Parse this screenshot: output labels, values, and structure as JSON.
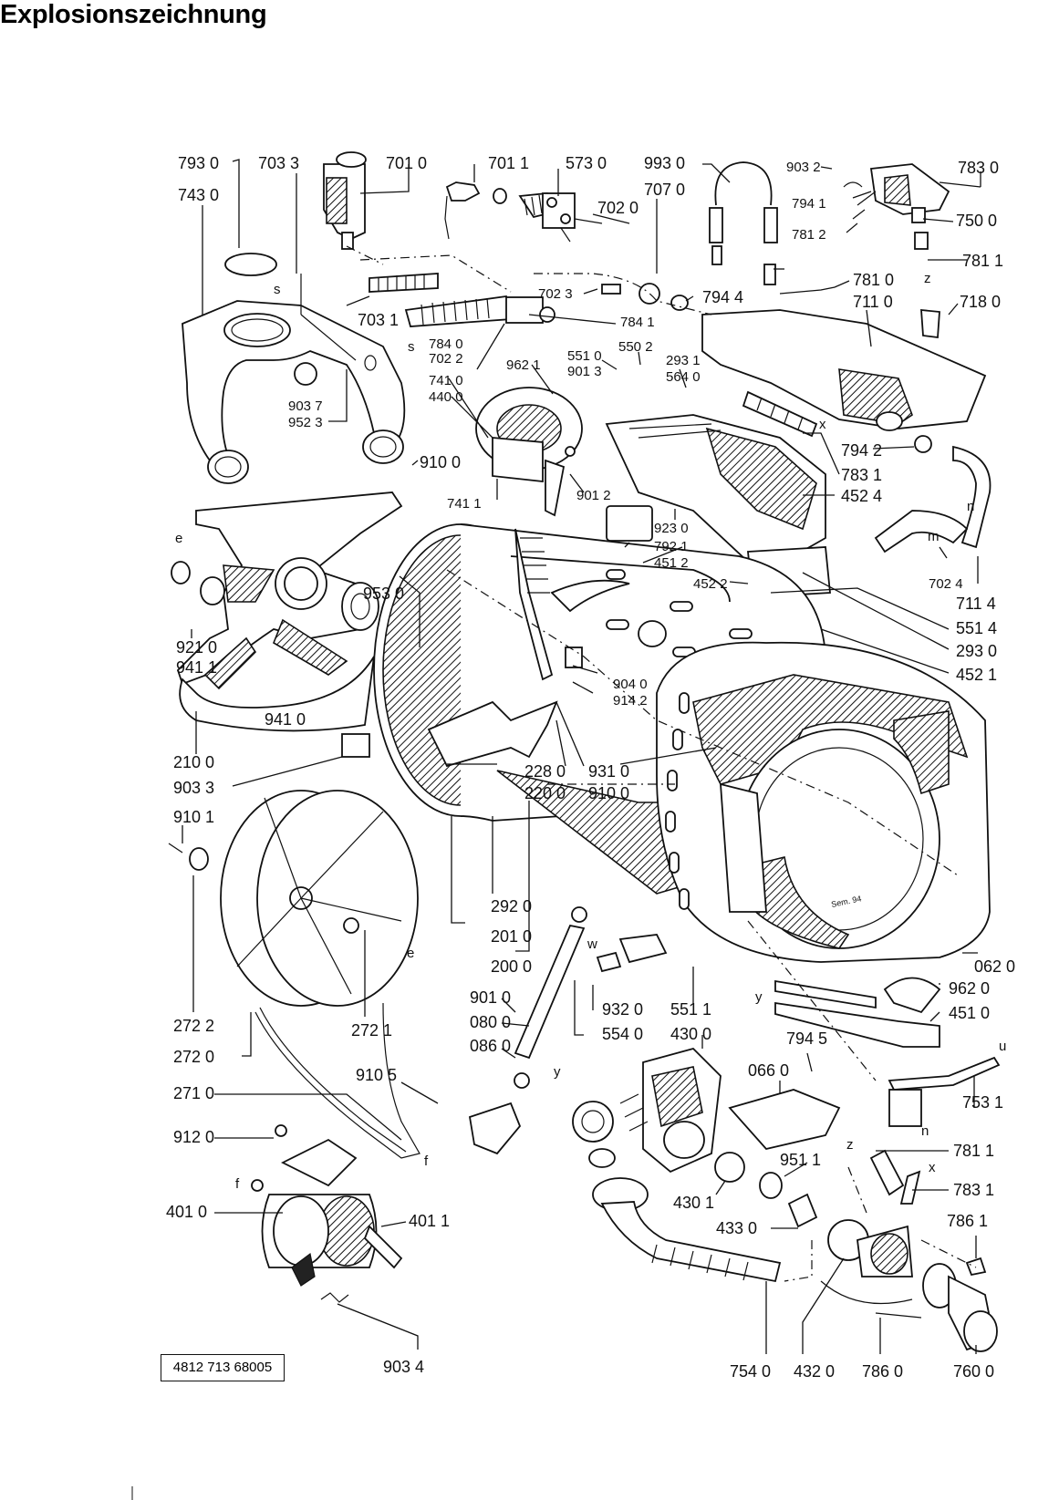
{
  "title": "Explosionszeichnung",
  "document_number": "4812 713 68005",
  "part_labels": {
    "p7930": "793 0",
    "p7033a": "703 3",
    "p7010": "701 0",
    "p7011": "701 1",
    "p5730": "573 0",
    "p9930": "993 0",
    "p9032": "903 2",
    "p7830": "783 0",
    "p7430": "743 0",
    "p7020": "702 0",
    "p7070": "707 0",
    "p7941": "794 1",
    "p7500": "750 0",
    "p7812": "781 2",
    "p7811a": "781 1",
    "p7810": "781 0",
    "p7180": "718 0",
    "p7110": "711 0",
    "p7023": "702 3",
    "p7944": "794 4",
    "p7031": "703 1",
    "p7841": "784 1",
    "p7840": "784 0",
    "p7022": "702 2",
    "p7410": "741 0",
    "p4400": "440 0",
    "p9621": "962 1",
    "p5510": "551 0",
    "p9013": "901 3",
    "p5502": "550 2",
    "p2931": "293 1",
    "p5640": "564 0",
    "p9037": "903 7",
    "p9523": "952 3",
    "p7942": "794 2",
    "p7831a": "783 1",
    "p9100a": "910 0",
    "p4524": "452 4",
    "p7411": "741 1",
    "p9012": "901 2",
    "p9230": "923 0",
    "p7921": "792 1",
    "p4512": "451 2",
    "p4522": "452 2",
    "p7024": "702 4",
    "p7114": "711 4",
    "p5514": "551 4",
    "p2930": "293 0",
    "p4521": "452 1",
    "p9530": "953 0",
    "p9210": "921 0",
    "p9411": "941 1",
    "p9410": "941 0",
    "p9040": "904 0",
    "p9142": "914 2",
    "p2100": "210 0",
    "p2280": "228 0",
    "p9310": "931 0",
    "p2200": "220 0",
    "p9100b": "910 0",
    "p9033": "903 3",
    "p9101": "910 1",
    "p2920": "292 0",
    "p2010": "201 0",
    "p2000": "200 0",
    "p0620": "062 0",
    "p2722": "272 2",
    "p2721": "272 1",
    "p2720": "272 0",
    "p9010": "901 0",
    "p0800": "080 0",
    "p0860": "086 0",
    "p9320": "932 0",
    "p5511": "551 1",
    "p5540": "554 0",
    "p4300": "430 0",
    "p9620": "962 0",
    "p4510": "451 0",
    "p9945": "794 5",
    "p2710": "271 0",
    "p9105": "910 5",
    "p0660": "066 0",
    "p7531": "753 1",
    "p9120": "912 0",
    "p7811b": "781 1",
    "p9511": "951 1",
    "p7831b": "783 1",
    "p4010": "401 0",
    "p4011": "401 1",
    "p4301": "430 1",
    "p4330": "433 0",
    "p7861": "786 1",
    "p9034": "903 4",
    "p7540": "754 0",
    "p4320": "432 0",
    "p7860": "786 0",
    "p7600": "760 0"
  },
  "letter_marks": {
    "s1": "s",
    "s2": "s",
    "z1": "z",
    "x1": "x",
    "n1": "n",
    "m1": "m",
    "e1": "e",
    "e2": "e",
    "y1": "y",
    "y2": "y",
    "w1": "w",
    "u1": "u",
    "n2": "n",
    "z2": "z",
    "x2": "x",
    "f1": "f",
    "f2": "f",
    "sig": "Sem. 94"
  }
}
